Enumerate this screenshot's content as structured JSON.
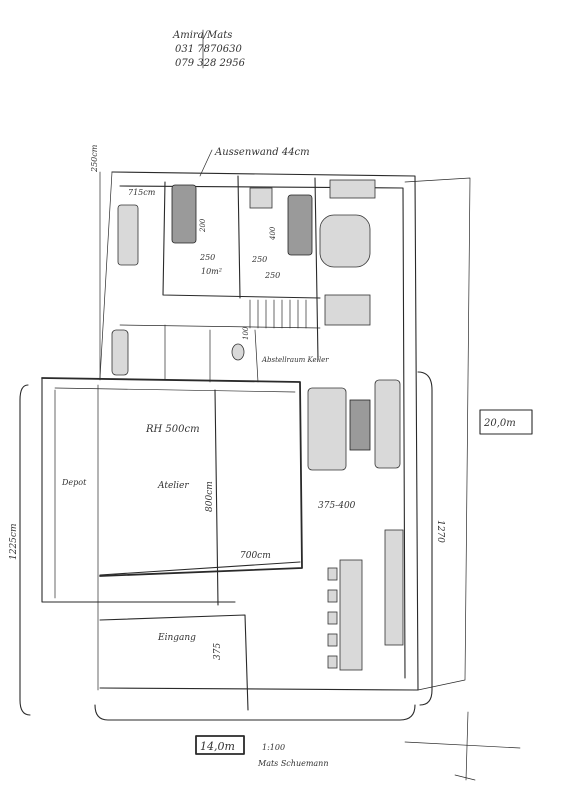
{
  "header_note": {
    "line1": "Amira/Mats",
    "line2": "031 7870630",
    "line3": "079 328 2956"
  },
  "annotations": {
    "outer_wall": "Aussenwand 44cm",
    "dim_top_left": "250cm",
    "dim_room_width": "715cm",
    "room1_a": "250",
    "room1_b": "200",
    "room1_area": "10m²",
    "room2_a": "250",
    "room2_b": "400",
    "room2_c": "250",
    "stair_dim": "100",
    "storage": "Abstellraum Keller",
    "ceiling_height": "RH 500cm",
    "atelier": "Atelier",
    "dim_800": "800cm",
    "dim_700": "700cm",
    "depot": "Depot",
    "dim_375": "375-400",
    "dim_1225": "1225cm",
    "dim_1270": "1270",
    "eingang": "Eingang",
    "dim_375b": "375",
    "dim_20m": "20,0m",
    "dim_14m": "14,0m",
    "scale": "1:100",
    "footer": "Mats Schuemann"
  }
}
